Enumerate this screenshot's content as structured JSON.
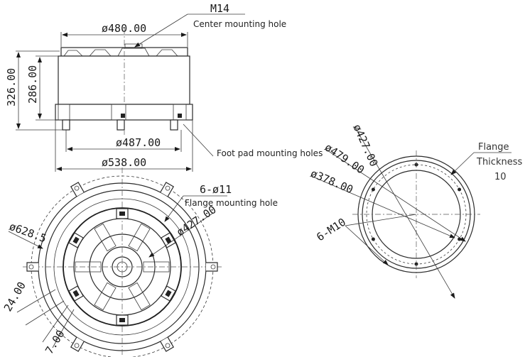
{
  "side_view": {
    "m14_label": "M14",
    "center_hole_note": "Center mounting hole",
    "top_dia": "ø480.00",
    "height_total": "326.00",
    "height_body": "286.00",
    "foot_dia": "ø487.00",
    "foot_pad_note": "Foot pad mounting holes",
    "base_dia": "ø538.00"
  },
  "bottom_view": {
    "flange_holes": "6-ø11",
    "flange_hole_note": "Flange mounting hole",
    "outer_dia": "ø628.5",
    "pcd": "ø427.00",
    "dim_24": "24.00",
    "dim_7": "7.00"
  },
  "flange_view": {
    "pcd": "ø427.00",
    "outer_dia": "ø479.00",
    "inner_dia": "ø378.00",
    "threads": "6-M10",
    "flange_label": "Flange",
    "thickness_label": "Thickness",
    "thickness_value": "10"
  }
}
